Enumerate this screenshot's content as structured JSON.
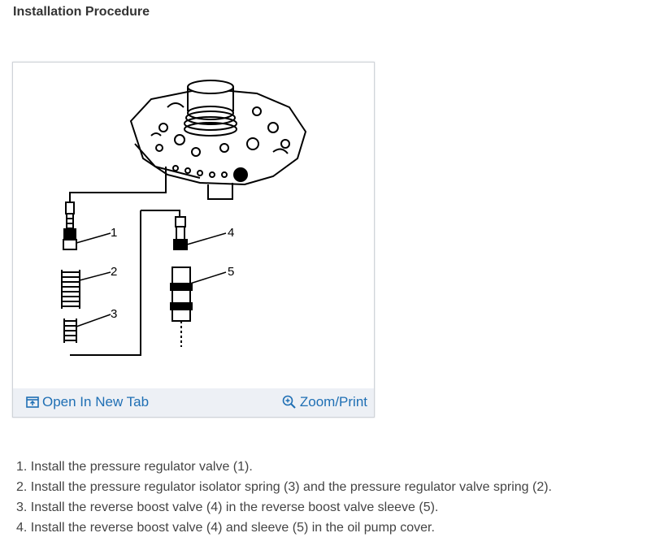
{
  "heading": "Installation Procedure",
  "figure": {
    "callouts": [
      "1",
      "2",
      "3",
      "4",
      "5"
    ],
    "open_tab_label": "Open In New Tab",
    "zoom_label": "Zoom/Print",
    "accent_color": "#1f6fb4",
    "toolbar_color": "#edf0f5",
    "icons": [
      "open-in-new-tab-icon",
      "zoom-in-icon"
    ]
  },
  "steps": [
    "1. Install the pressure regulator valve (1).",
    "2. Install the pressure regulator isolator spring (3) and the pressure regulator valve spring (2).",
    "3. Install the reverse boost valve (4) in the reverse boost valve sleeve (5).",
    "4. Install the reverse boost valve (4) and sleeve (5) in the oil pump cover."
  ]
}
